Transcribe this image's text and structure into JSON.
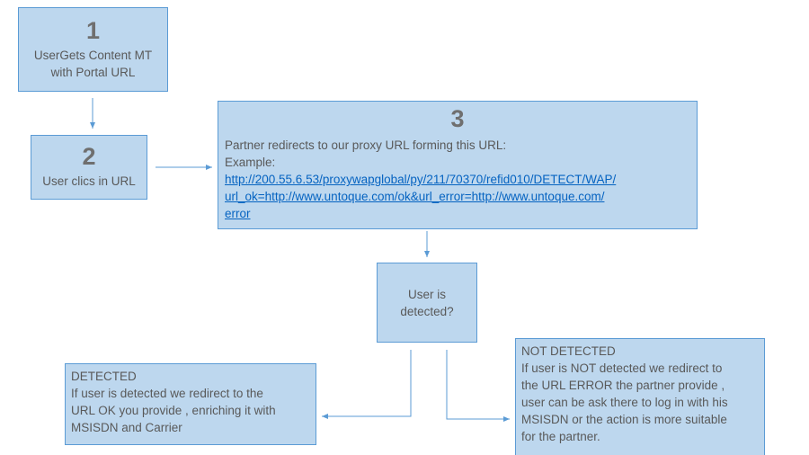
{
  "colors": {
    "box_fill": "#bdd7ee",
    "box_border": "#5b9bd5",
    "arrow": "#5b9bd5",
    "link": "#0563c1"
  },
  "step1": {
    "number": "1",
    "line1": "UserGets Content MT",
    "line2": "with Portal URL"
  },
  "step2": {
    "number": "2",
    "line1": "User clics in URL"
  },
  "step3": {
    "number": "3",
    "line1": "Partner redirects to our proxy URL forming  this  URL:",
    "line2": "Example:",
    "link_line1": "http://200.55.6.53/proxywapglobal/py/211/70370/refid010/DETECT/WAP/",
    "link_line2": "url_ok=http://www.untoque.com/ok&url_error=http://www.untoque.com/",
    "link_line3": "error"
  },
  "decision": {
    "line1": "User is",
    "line2": "detected?"
  },
  "detected": {
    "title": "DETECTED",
    "lines": [
      "If user is detected we redirect to the",
      "URL OK you provide , enriching it with",
      "MSISDN and Carrier"
    ]
  },
  "not_detected": {
    "title": "NOT DETECTED",
    "lines": [
      "If user is NOT detected we redirect to",
      "the URL ERROR the partner provide ,",
      "user can be ask there to log in with his",
      "MSISDN or the action is more suitable",
      "for the partner."
    ]
  }
}
